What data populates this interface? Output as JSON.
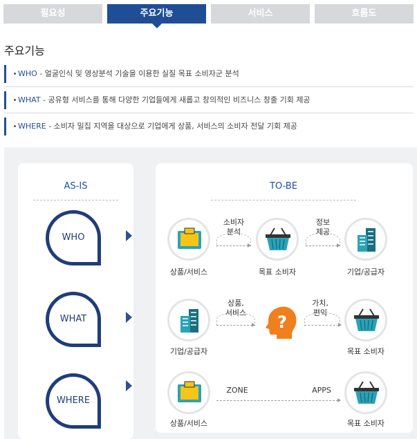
{
  "tabs": [
    {
      "label": "필요성"
    },
    {
      "label": "주요기능"
    },
    {
      "label": "서비스"
    },
    {
      "label": "흐름도"
    }
  ],
  "section_title": "주요기능",
  "features": [
    {
      "key": "WHO",
      "text": " - 얼굴인식 및 영상분석 기술을 이용한 실질 목표 소비자군 분석"
    },
    {
      "key": "WHAT",
      "text": " - 공유형 서비스를 통해 다양한 기업들에게 새롭고 창의적인 비즈니스 창출 기회 제공"
    },
    {
      "key": "WHERE",
      "text": " - 소비자 밀집 지역을 대상으로 기업에게 상품, 서비스의 소비자 전달 기회 제공"
    }
  ],
  "asis": {
    "title": "AS-IS",
    "bubbles": [
      "WHO",
      "WHAT",
      "WHERE"
    ]
  },
  "tobe": {
    "title": "TO-BE",
    "row1": {
      "left": "상품/서비스",
      "arrow1": "소비자\n분석",
      "middle": "목표 소비자",
      "arrow2": "정보\n제공",
      "right": "기업/공급자"
    },
    "row2": {
      "left": "기업/공급자",
      "arrow1": "상품,\n서비스",
      "arrow2": "가치,\n편익",
      "right": "목표 소비자"
    },
    "row3": {
      "left": "상품/서비스",
      "arrow1": "ZONE",
      "arrow2": "APPS",
      "right": "목표 소비자"
    }
  },
  "colors": {
    "accent": "#1f4e96",
    "tab_inactive": "#d6d8dc",
    "bubble": "#1f3d7a",
    "basket": "#2aa3b8",
    "question": "#f07f1e"
  }
}
